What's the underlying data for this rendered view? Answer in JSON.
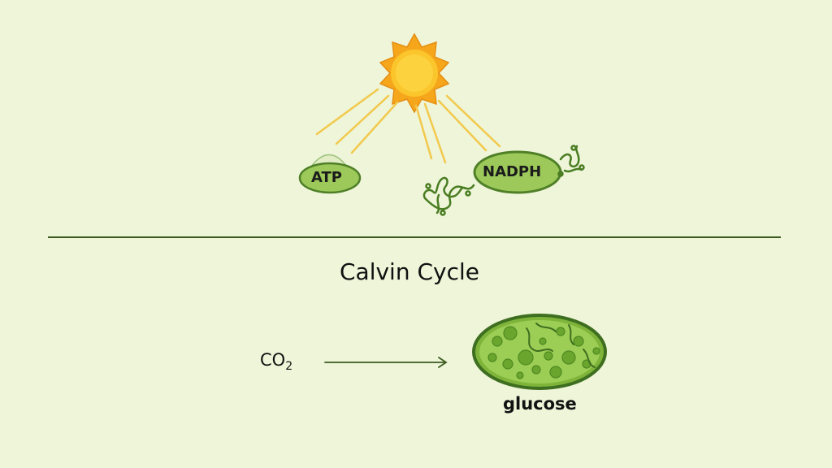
{
  "diagram": {
    "atp_label": "ATP",
    "nadph_label": "NADPH",
    "calvin_title": "Calvin Cycle",
    "co2_label": {
      "base": "CO",
      "subscript": "2"
    },
    "glucose_label": "glucose"
  },
  "colors": {
    "background": "#eef5d9",
    "sun_core": "#f9b815",
    "sun_rays": "#f2c94c",
    "leaf_green": "#9cc95a",
    "dark_green": "#3e6e1f",
    "divider": "#3c5a1e"
  },
  "icons": [
    "sun-icon",
    "chloroplast-icon",
    "protein-strand-icon"
  ]
}
